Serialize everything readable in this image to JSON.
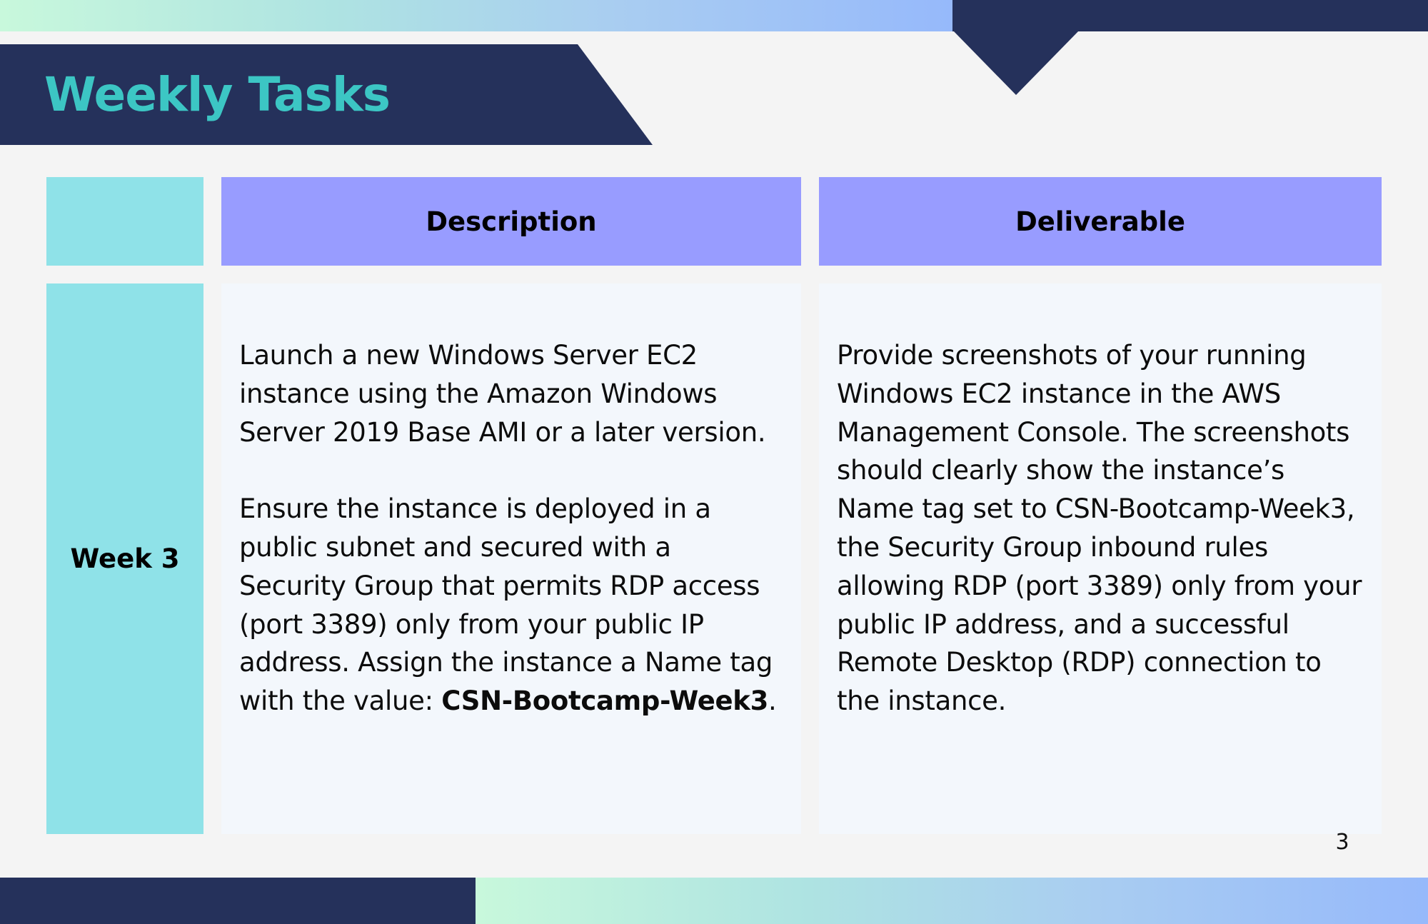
{
  "title": "Weekly Tasks",
  "table": {
    "headers": [
      "",
      "Description",
      "Deliverable"
    ],
    "rows": [
      {
        "week": "Week 3",
        "description": {
          "paragraph1": "Launch a new Windows Server EC2 instance using the Amazon Windows Server 2019 Base AMI or a later version.",
          "paragraph2_text": "Ensure the instance is deployed in a public subnet and secured with a Security Group that permits RDP access (port 3389) only from your public IP address. Assign the instance a Name tag with the value: ",
          "paragraph2_bold": "CSN-Bootcamp-Week3",
          "paragraph2_end": "."
        },
        "deliverable": "Provide screenshots of your running Windows EC2 instance in the AWS Management Console. The screenshots should clearly show the instance’s Name tag set to CSN-Bootcamp-Week3, the Security Group inbound rules allowing RDP (port 3389) only from your public IP address, and a successful Remote Desktop (RDP) connection to the instance."
      }
    ]
  },
  "page_number": "3",
  "colors": {
    "navy": "#25315b",
    "title_teal": "#3cc6c4",
    "header_purple": "#989cff",
    "week_cyan": "#8fe2e8",
    "cell_bg": "#f3f7fc"
  }
}
